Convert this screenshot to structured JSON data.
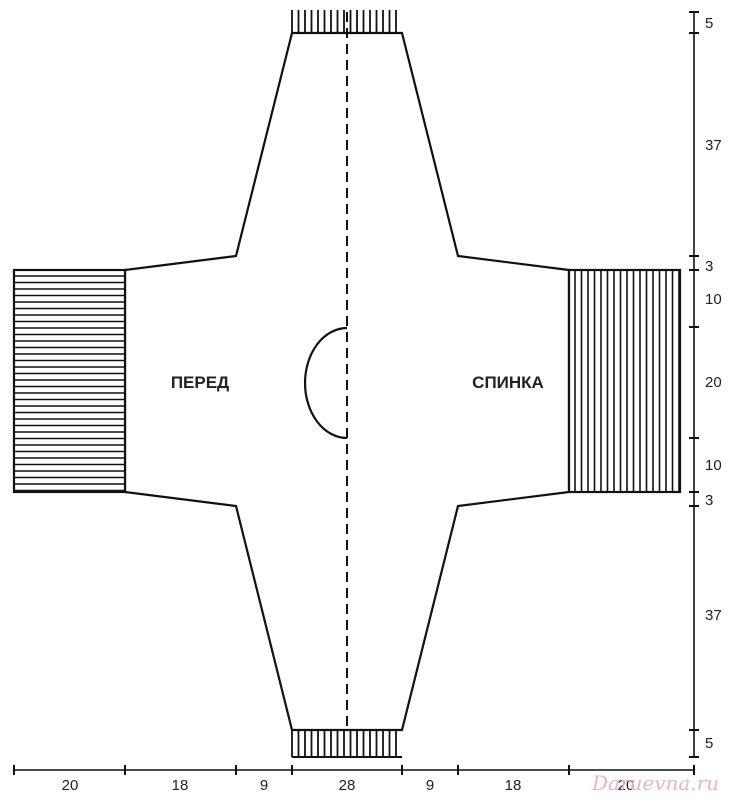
{
  "labels": {
    "front": "ПЕРЕД",
    "back": "СПИНКА"
  },
  "right_dimensions": [
    "5",
    "37",
    "3",
    "10",
    "20",
    "10",
    "3",
    "37",
    "5"
  ],
  "bottom_dimensions": [
    "20",
    "18",
    "9",
    "28",
    "9",
    "18",
    "20"
  ],
  "watermark": "Daruevna.ru",
  "colors": {
    "line": "#111111",
    "watermark": "#e7b7c8"
  }
}
